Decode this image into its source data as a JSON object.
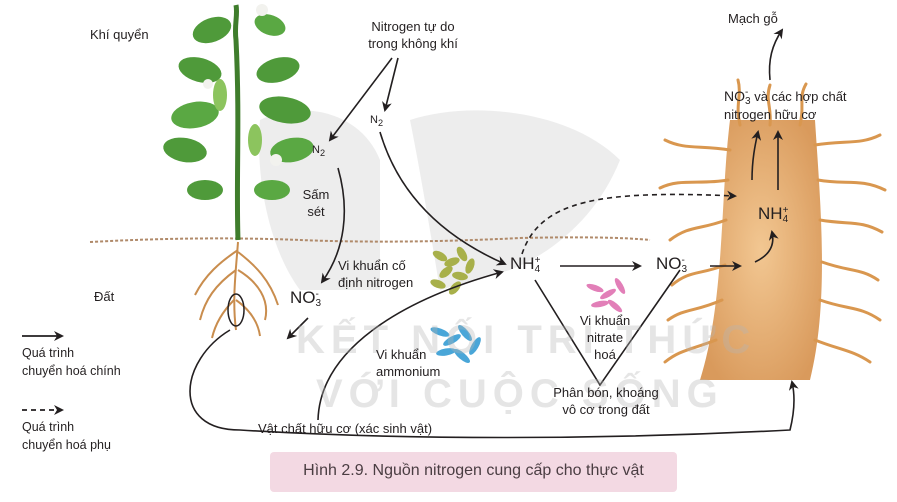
{
  "labels": {
    "atmosphere": "Khí quyển",
    "soil": "Đất",
    "free_nitrogen_1": "Nitrogen tự do",
    "free_nitrogen_2": "trong không khí",
    "n2_left": "N",
    "n2_right": "N",
    "sub_2": "2",
    "lightning_1": "Sấm",
    "lightning_2": "sét",
    "xylem": "Mạch gỗ",
    "nitrogen_fixing_1": "Vi khuẩn cố",
    "nitrogen_fixing_2": "định nitrogen",
    "ammonium_bact_1": "Vi khuẩn",
    "ammonium_bact_2": "ammonium",
    "nitrate_bact_1": "Vi khuẩn",
    "nitrate_bact_2": "nitrate",
    "nitrate_bact_3": "hoá",
    "fertilizer_1": "Phân bón, khoáng",
    "fertilizer_2": "vô cơ trong đất",
    "organic_matter": "Vật chất hữu cơ (xác sinh vật)",
    "organic_compounds_suffix": "và các hợp chất",
    "organic_compounds_2": "nitrogen hữu cơ"
  },
  "chem": {
    "no3_base": "NO",
    "no3_sub": "3",
    "no3_sup": "-",
    "nh4_base": "NH",
    "nh4_sub": "4",
    "nh4_sup": "+"
  },
  "legend": {
    "main_1": "Quá trình",
    "main_2": "chuyển hoá chính",
    "secondary_1": "Quá trình",
    "secondary_2": "chuyển hoá phụ"
  },
  "watermark": {
    "line_1": "KẾT NỐI TRI THỨC",
    "line_2": "VỚI CUỘC SỐNG"
  },
  "caption": "Hình 2.9. Nguồn nitrogen cung cấp cho thực vật",
  "colors": {
    "caption_bg": "#f3d9e3",
    "leaf": "#4f9a3a",
    "root": "#d9a066",
    "root_trunk": "#e8b57c",
    "fixing_bacteria": "#a8b04a",
    "ammonium_bacteria": "#49a6d8",
    "nitrate_bacteria": "#e27fb8"
  }
}
